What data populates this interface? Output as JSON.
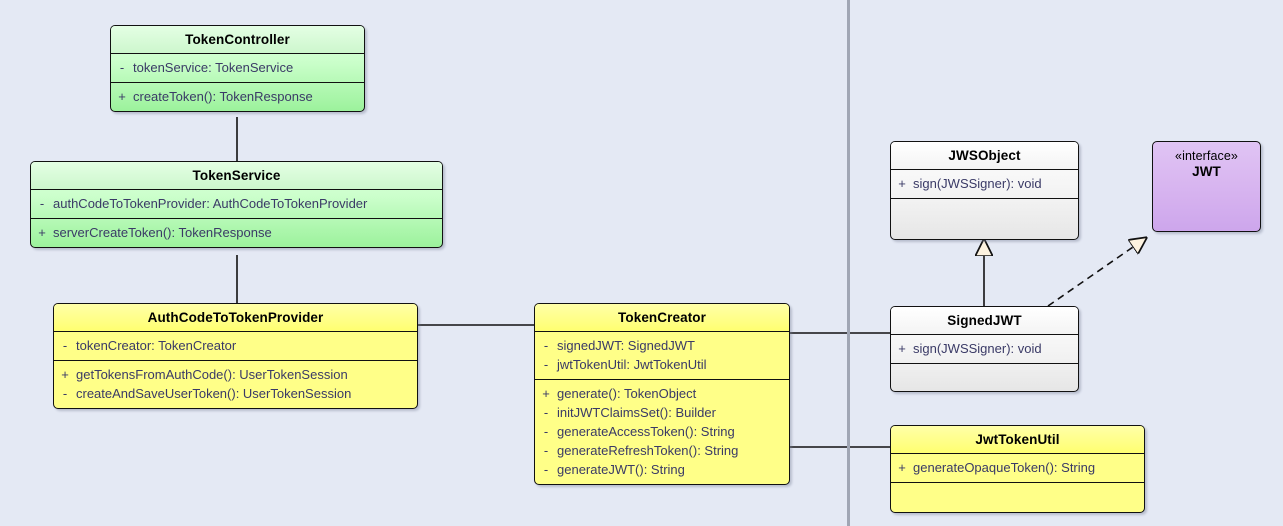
{
  "diagram": {
    "type": "uml-class-diagram",
    "background_color": "#e4e9f4",
    "divider_color": "#a0a6b4"
  },
  "classes": [
    {
      "id": "tokenController",
      "name": "TokenController",
      "color": "#ccffcc",
      "attributes": [
        {
          "visibility": "-",
          "signature": "tokenService: TokenService"
        }
      ],
      "methods": [
        {
          "visibility": "+",
          "signature": "createToken(): TokenResponse"
        }
      ]
    },
    {
      "id": "tokenService",
      "name": "TokenService",
      "color": "#ccffcc",
      "attributes": [
        {
          "visibility": "-",
          "signature": "authCodeToTokenProvider: AuthCodeToTokenProvider"
        }
      ],
      "methods": [
        {
          "visibility": "+",
          "signature": "serverCreateToken(): TokenResponse"
        }
      ]
    },
    {
      "id": "authCodeToTokenProvider",
      "name": "AuthCodeToTokenProvider",
      "color": "#ffff88",
      "attributes": [
        {
          "visibility": "-",
          "signature": "tokenCreator: TokenCreator"
        }
      ],
      "methods": [
        {
          "visibility": "+",
          "signature": "getTokensFromAuthCode(): UserTokenSession"
        },
        {
          "visibility": "-",
          "signature": "createAndSaveUserToken(): UserTokenSession"
        }
      ]
    },
    {
      "id": "tokenCreator",
      "name": "TokenCreator",
      "color": "#ffff88",
      "attributes": [
        {
          "visibility": "-",
          "signature": "signedJWT: SignedJWT"
        },
        {
          "visibility": "-",
          "signature": "jwtTokenUtil: JwtTokenUtil"
        }
      ],
      "methods": [
        {
          "visibility": "+",
          "signature": "generate(): TokenObject"
        },
        {
          "visibility": "-",
          "signature": "initJWTClaimsSet(): Builder"
        },
        {
          "visibility": "-",
          "signature": "generateAccessToken(): String"
        },
        {
          "visibility": "-",
          "signature": "generateRefreshToken(): String"
        },
        {
          "visibility": "-",
          "signature": "generateJWT(): String"
        }
      ]
    },
    {
      "id": "jwsObject",
      "name": "JWSObject",
      "color": "#ffffff",
      "attributes": [],
      "methods": [
        {
          "visibility": "+",
          "signature": "sign(JWSSigner): void"
        }
      ]
    },
    {
      "id": "jwt",
      "name": "JWT",
      "stereotype": "«interface»",
      "color": "#d6b2ef",
      "attributes": [],
      "methods": []
    },
    {
      "id": "signedJWT",
      "name": "SignedJWT",
      "color": "#ffffff",
      "attributes": [],
      "methods": [
        {
          "visibility": "+",
          "signature": "sign(JWSSigner): void"
        }
      ]
    },
    {
      "id": "jwtTokenUtil",
      "name": "JwtTokenUtil",
      "color": "#ffff88",
      "attributes": [],
      "methods": [
        {
          "visibility": "+",
          "signature": "generateOpaqueToken(): String"
        }
      ]
    }
  ],
  "relations": [
    {
      "from": "tokenController",
      "to": "tokenService",
      "kind": "association"
    },
    {
      "from": "tokenService",
      "to": "authCodeToTokenProvider",
      "kind": "association"
    },
    {
      "from": "authCodeToTokenProvider",
      "to": "tokenCreator",
      "kind": "association"
    },
    {
      "from": "tokenCreator",
      "to": "signedJWT",
      "kind": "association"
    },
    {
      "from": "tokenCreator",
      "to": "jwtTokenUtil",
      "kind": "association"
    },
    {
      "from": "signedJWT",
      "to": "jwsObject",
      "kind": "generalization"
    },
    {
      "from": "signedJWT",
      "to": "jwt",
      "kind": "realization"
    }
  ]
}
